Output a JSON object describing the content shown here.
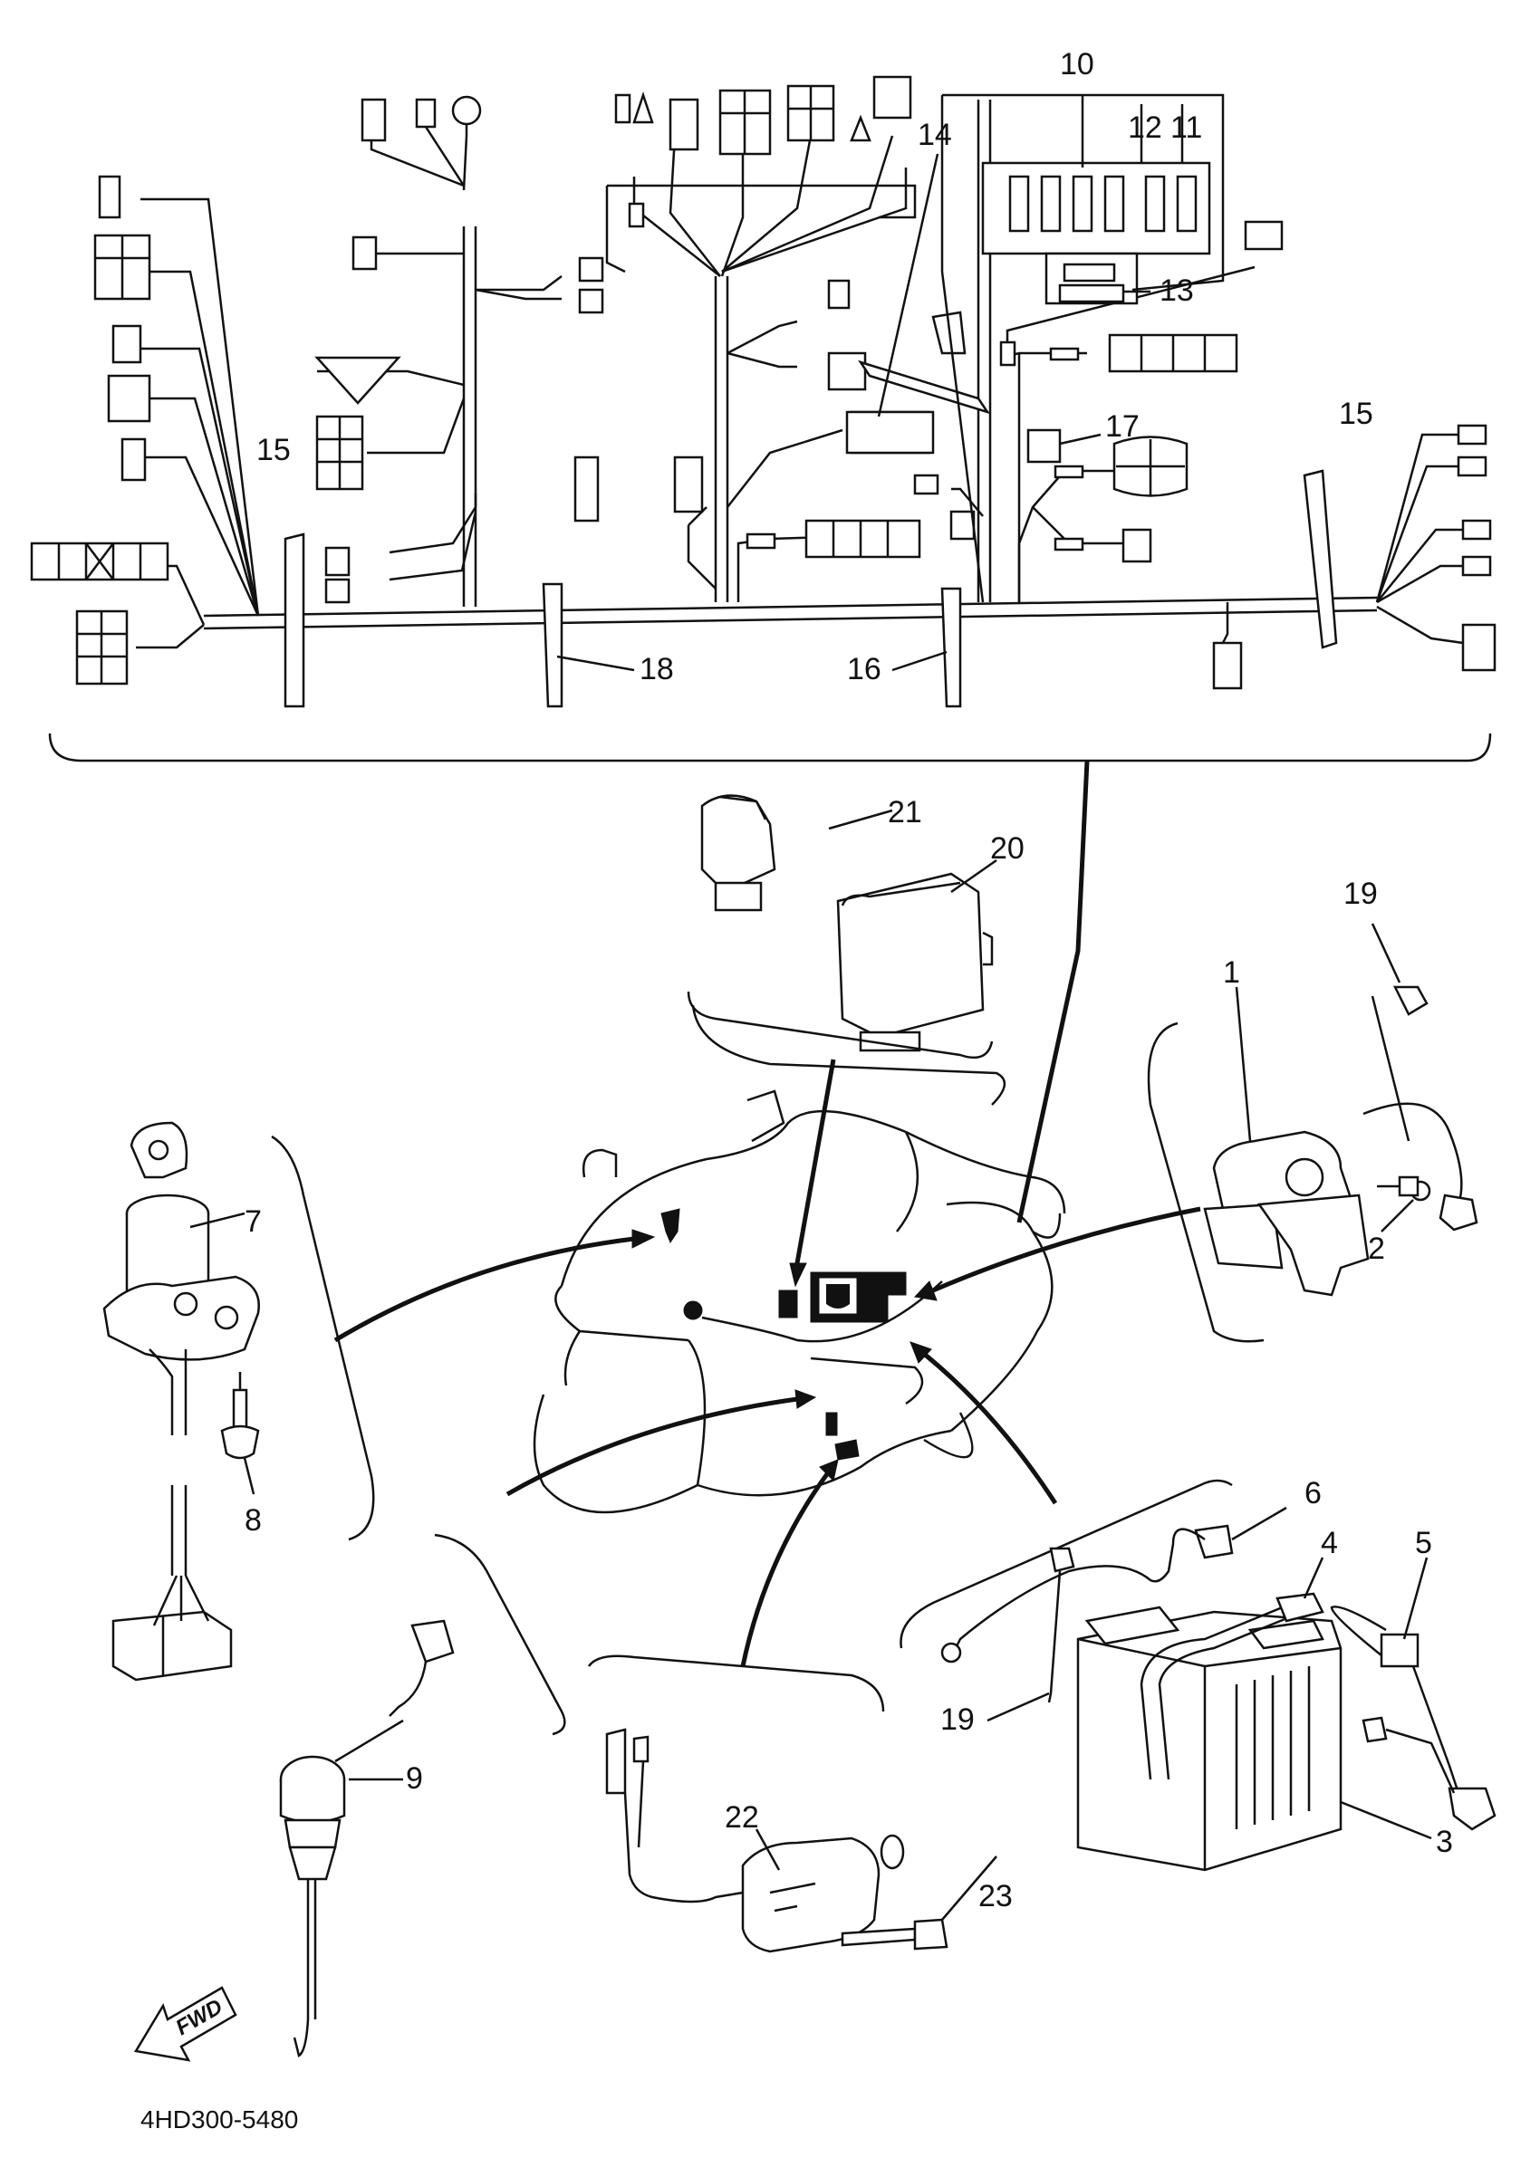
{
  "diagram": {
    "code": "4HD300-5480",
    "fwd_label": "FWD",
    "callouts": {
      "c1": "1",
      "c2": "2",
      "c3": "3",
      "c4": "4",
      "c5": "5",
      "c6": "6",
      "c7": "7",
      "c8": "8",
      "c9": "9",
      "c10": "10",
      "c11": "11",
      "c12": "12",
      "c13": "13",
      "c14": "14",
      "c15a": "15",
      "c15b": "15",
      "c16": "16",
      "c17": "17",
      "c18": "18",
      "c19a": "19",
      "c19b": "19",
      "c20": "20",
      "c21": "21",
      "c22": "22",
      "c23": "23"
    }
  }
}
